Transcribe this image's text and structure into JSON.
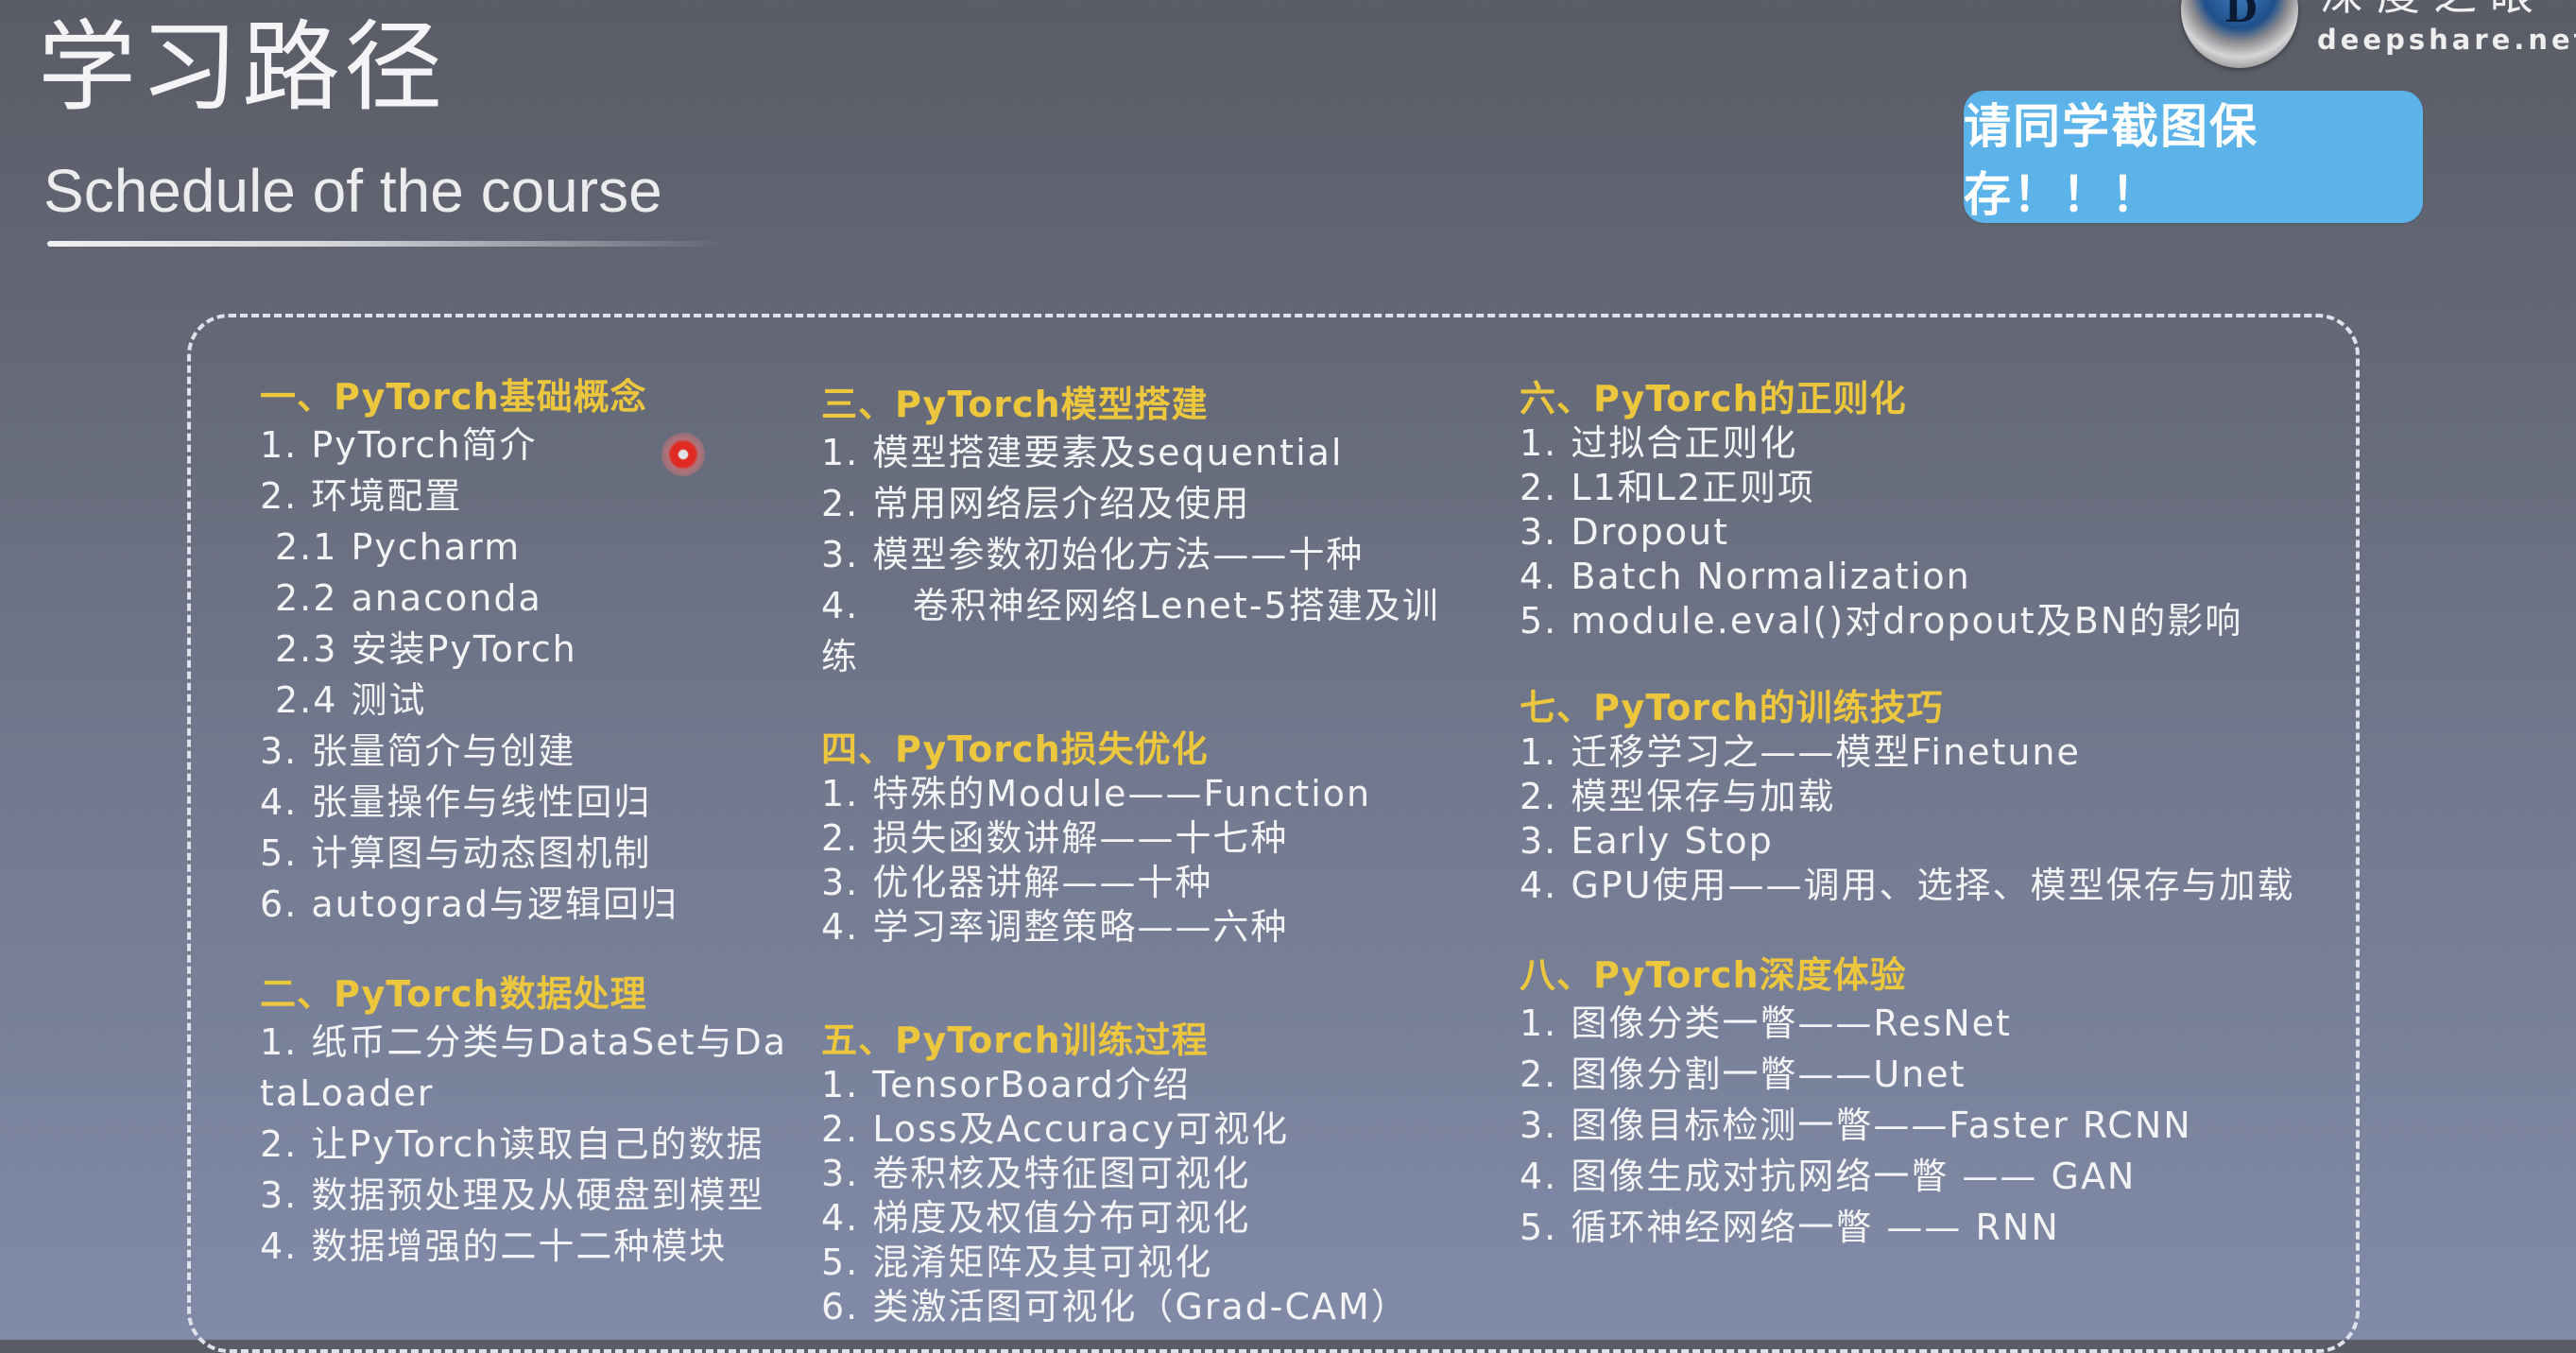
{
  "header": {
    "title": "学习路径",
    "subtitle": "Schedule of the course"
  },
  "logo": {
    "name_cn": "深度之眼",
    "url": "deepshare.net",
    "glyph": "D"
  },
  "notice_button": {
    "label": "请同学截图保存！！！",
    "color": "#5bb3ea"
  },
  "colors": {
    "section_title": "#ecc63c",
    "item_text": "#f4f4f6",
    "box_border": "#dfe2ea"
  },
  "sections": [
    {
      "title": "一、PyTorch基础概念",
      "items": [
        "1. PyTorch简介",
        "2. 环境配置",
        "2.1 Pycharm",
        "2.2 anaconda",
        "2.3 安装PyTorch",
        "2.4 测试",
        "3. 张量简介与创建",
        "4. 张量操作与线性回归",
        "5. 计算图与动态图机制",
        "6. autograd与逻辑回归"
      ]
    },
    {
      "title": "二、PyTorch数据处理",
      "items": [
        "1. 纸币二分类与DataSet与DataLoader",
        "2. 让PyTorch读取自己的数据",
        "3. 数据预处理及从硬盘到模型",
        "4. 数据增强的二十二种模块"
      ]
    },
    {
      "title": "三、PyTorch模型搭建",
      "items": [
        "1. 模型搭建要素及sequential",
        "2. 常用网络层介绍及使用",
        "3. 模型参数初始化方法——十种",
        "4.    卷积神经网络Lenet-5搭建及训练"
      ]
    },
    {
      "title": "四、PyTorch损失优化",
      "items": [
        "1. 特殊的Module——Function",
        "2. 损失函数讲解——十七种",
        "3. 优化器讲解——十种",
        "4. 学习率调整策略——六种"
      ]
    },
    {
      "title": "五、PyTorch训练过程",
      "items": [
        "1. TensorBoard介绍",
        "2. Loss及Accuracy可视化",
        "3. 卷积核及特征图可视化",
        "4. 梯度及权值分布可视化",
        "5. 混淆矩阵及其可视化",
        "6. 类激活图可视化（Grad-CAM）"
      ]
    },
    {
      "title": "六、PyTorch的正则化",
      "items": [
        "1. 过拟合正则化",
        "2. L1和L2正则项",
        "3. Dropout",
        "4. Batch Normalization",
        "5. module.eval()对dropout及BN的影响"
      ]
    },
    {
      "title": "七、PyTorch的训练技巧",
      "items": [
        "1. 迁移学习之——模型Finetune",
        "2. 模型保存与加载",
        "3. Early Stop",
        "4. GPU使用——调用、选择、模型保存与加载"
      ]
    },
    {
      "title": "八、PyTorch深度体验",
      "items": [
        "1. 图像分类一瞥——ResNet",
        "2. 图像分割一瞥——Unet",
        "3. 图像目标检测一瞥——Faster RCNN",
        "4. 图像生成对抗网络一瞥 —— GAN",
        "5. 循环神经网络一瞥 —— RNN"
      ]
    }
  ]
}
